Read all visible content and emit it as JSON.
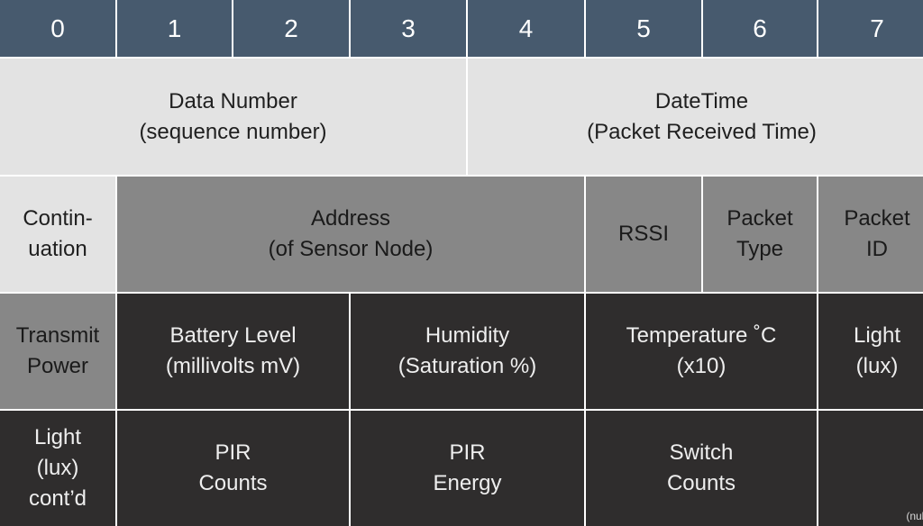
{
  "columns": [
    "0",
    "1",
    "2",
    "3",
    "4",
    "5",
    "6",
    "7"
  ],
  "row1": {
    "data_number": "Data Number\n(sequence number)",
    "datetime": "DateTime\n(Packet Received Time)"
  },
  "row2": {
    "continuation": "Contin-\nuation",
    "address": "Address\n(of Sensor Node)",
    "rssi": "RSSI",
    "packet_type": "Packet\nType",
    "packet_id": "Packet\nID"
  },
  "row3": {
    "transmit_power": "Transmit\nPower",
    "battery_level": "Battery Level\n(millivolts mV)",
    "humidity": "Humidity\n(Saturation %)",
    "temperature": "Temperature ˚C\n(x10)",
    "light": "Light\n(lux)"
  },
  "row4": {
    "light_contd": "Light\n(lux)\ncont’d",
    "pir_counts": "PIR\nCounts",
    "pir_energy": "PIR\nEnergy",
    "switch_counts": "Switch\nCounts",
    "null_label": "(null)"
  },
  "colors": {
    "header": "#475a6e",
    "light": "#e3e3e3",
    "mid": "#878787",
    "dark": "#2f2d2d"
  }
}
